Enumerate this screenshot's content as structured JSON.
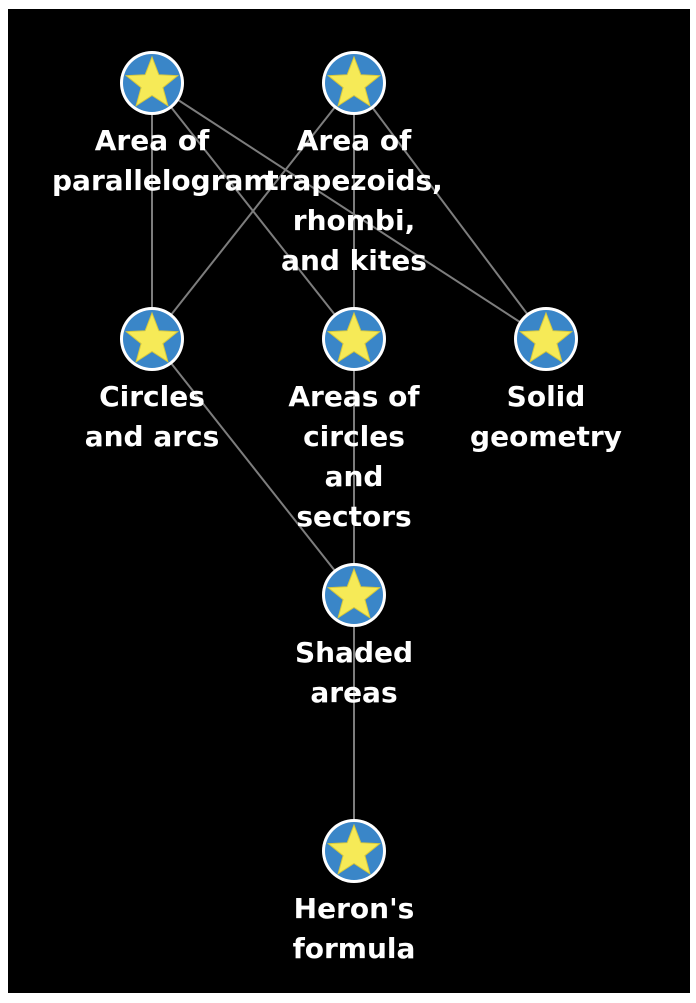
{
  "colors": {
    "background": "#000000",
    "edge": "#7d7d7d",
    "badge_fill": "#3a86c8",
    "badge_ring": "#ffffff",
    "star": "#f6ea57",
    "label": "#ffffff"
  },
  "icon": "star-badge-icon",
  "nodes": [
    {
      "id": "parallelograms",
      "label": "Area of\nparallelogram"
    },
    {
      "id": "trapezoids",
      "label": "Area of\ntrapezoids,\nrhombi,\nand kites"
    },
    {
      "id": "circles-arcs",
      "label": "Circles\nand arcs"
    },
    {
      "id": "areas-circles",
      "label": "Areas of\ncircles\nand\nsectors"
    },
    {
      "id": "solid",
      "label": "Solid\ngeometry"
    },
    {
      "id": "shaded",
      "label": "Shaded\nareas"
    },
    {
      "id": "heron",
      "label": "Heron's\nformula"
    }
  ],
  "edges": [
    {
      "from": "parallelograms",
      "to": "circles-arcs"
    },
    {
      "from": "parallelograms",
      "to": "areas-circles"
    },
    {
      "from": "parallelograms",
      "to": "solid"
    },
    {
      "from": "trapezoids",
      "to": "circles-arcs"
    },
    {
      "from": "trapezoids",
      "to": "areas-circles"
    },
    {
      "from": "trapezoids",
      "to": "solid"
    },
    {
      "from": "circles-arcs",
      "to": "shaded"
    },
    {
      "from": "areas-circles",
      "to": "shaded"
    },
    {
      "from": "shaded",
      "to": "heron"
    }
  ]
}
